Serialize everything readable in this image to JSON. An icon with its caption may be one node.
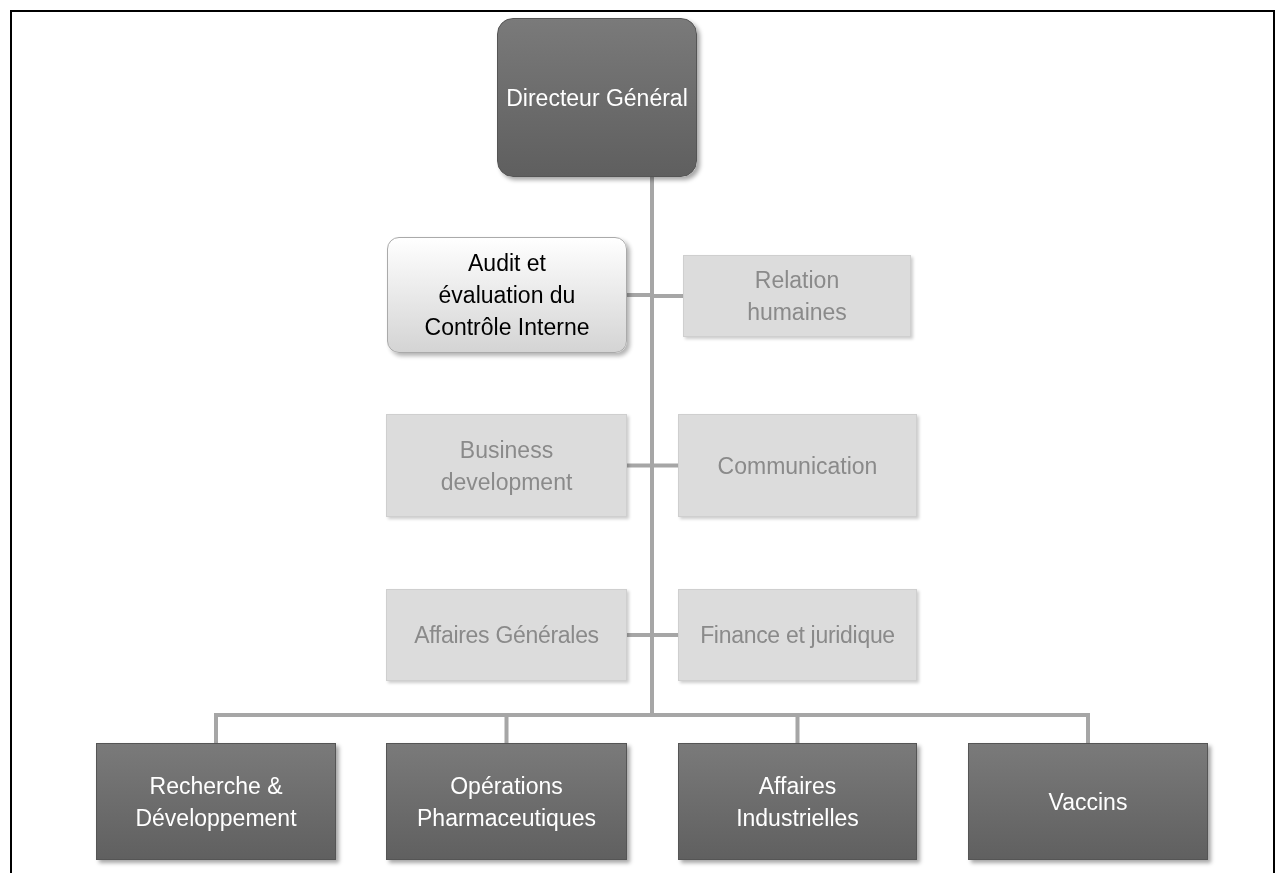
{
  "diagram": {
    "nodes": [
      {
        "text": [
          "Directeur Général"
        ]
      },
      {
        "text": [
          "Audit et évaluation du Contrôle Interne"
        ]
      },
      {
        "text": [
          "Relation humaines"
        ]
      },
      {
        "text": [
          "Business development"
        ]
      },
      {
        "text": [
          "Communication"
        ]
      },
      {
        "text": [
          "Affaires Générales"
        ]
      },
      {
        "text": [
          "Finance et juridique"
        ]
      },
      {
        "text": [
          "Recherche & Développement"
        ]
      },
      {
        "text": [
          "Opérations Pharmaceutiques"
        ]
      },
      {
        "text": [
          "Affaires Industrielles"
        ]
      },
      {
        "text": [
          "Vaccins"
        ]
      }
    ],
    "edges": [
      {
        "from": 0,
        "to": 1,
        "arrow": "none"
      },
      {
        "from": 0,
        "to": 2,
        "arrow": "none"
      },
      {
        "from": 0,
        "to": 3,
        "arrow": "none"
      },
      {
        "from": 0,
        "to": 4,
        "arrow": "none"
      },
      {
        "from": 0,
        "to": 5,
        "arrow": "none"
      },
      {
        "from": 0,
        "to": 6,
        "arrow": "none"
      },
      {
        "from": 0,
        "to": 7,
        "arrow": "none"
      },
      {
        "from": 0,
        "to": 8,
        "arrow": "none"
      },
      {
        "from": 0,
        "to": 9,
        "arrow": "none"
      },
      {
        "from": 0,
        "to": 10,
        "arrow": "none"
      }
    ]
  }
}
